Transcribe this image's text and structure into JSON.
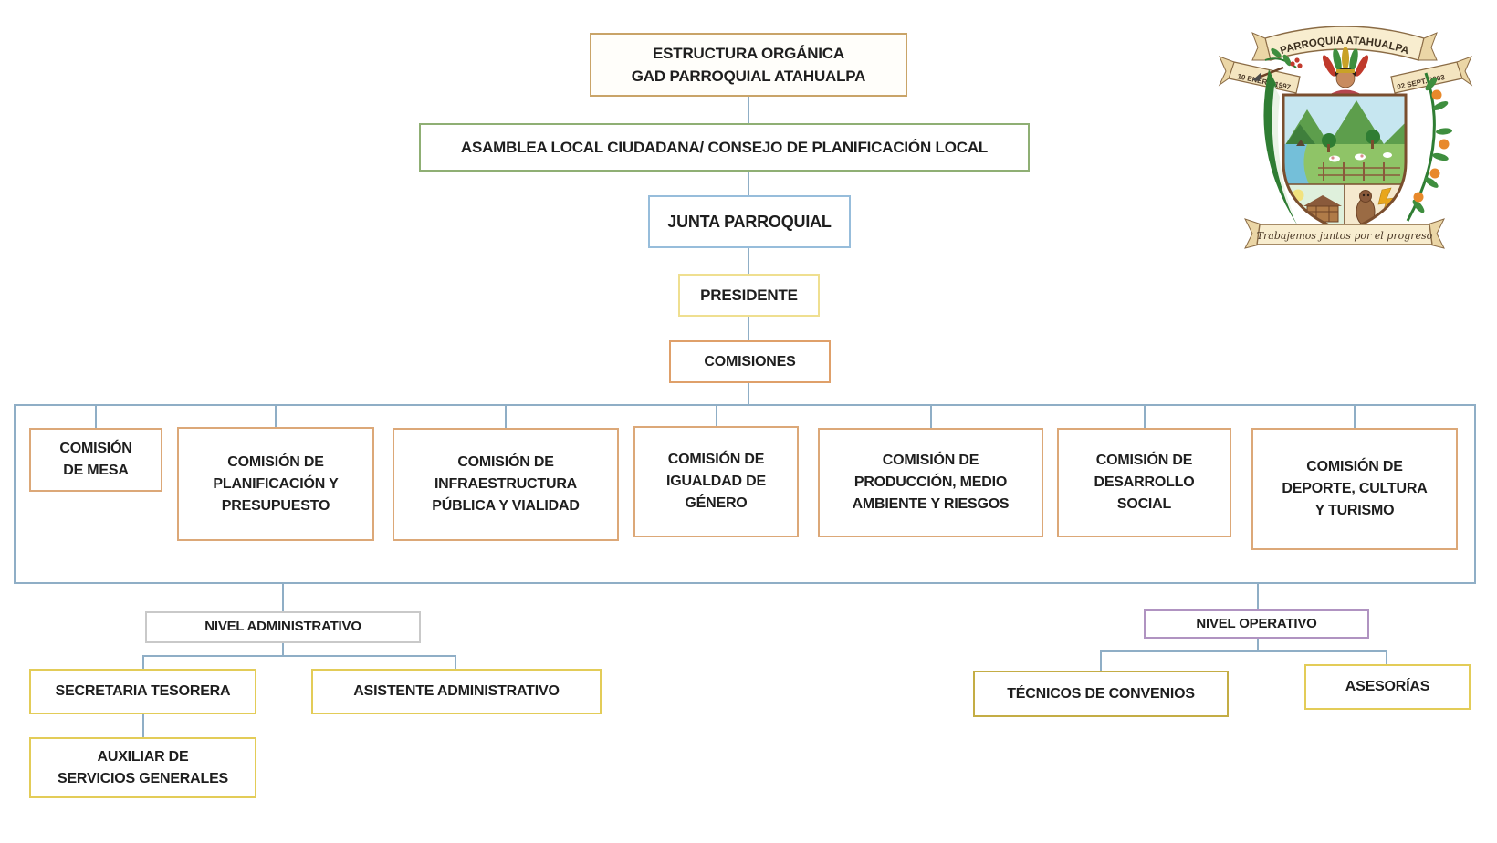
{
  "nodes": {
    "estructura": "ESTRUCTURA ORGÁNICA\nGAD PARROQUIAL ATAHUALPA",
    "asamblea": "ASAMBLEA LOCAL CIUDADANA/ CONSEJO DE PLANIFICACIÓN LOCAL",
    "junta": "JUNTA PARROQUIAL",
    "presidente": "PRESIDENTE",
    "comisiones": "COMISIONES",
    "comision_mesa": "COMISIÓN\nDE MESA",
    "comision_planificacion": "COMISIÓN DE\nPLANIFICACIÓN Y\nPRESUPUESTO",
    "comision_infraestructura": "COMISIÓN DE\nINFRAESTRUCTURA\nPÚBLICA Y VIALIDAD",
    "comision_igualdad": "COMISIÓN DE\nIGUALDAD DE\nGÉNERO",
    "comision_produccion": "COMISIÓN DE\nPRODUCCIÓN, MEDIO\nAMBIENTE Y RIESGOS",
    "comision_desarrollo": "COMISIÓN DE\nDESARROLLO\nSOCIAL",
    "comision_deporte": "COMISIÓN DE\nDEPORTE, CULTURA\nY TURISMO",
    "nivel_administrativo": "NIVEL ADMINISTRATIVO",
    "secretaria_tesorera": "SECRETARIA TESORERA",
    "asistente_administrativo": "ASISTENTE ADMINISTRATIVO",
    "auxiliar_servicios": "AUXILIAR DE\nSERVICIOS GENERALES",
    "nivel_operativo": "NIVEL OPERATIVO",
    "tecnicos_convenios": "TÉCNICOS DE CONVENIOS",
    "asesorias": "ASESORÍAS"
  },
  "emblem": {
    "top_banner": "PARROQUIA ATAHUALPA",
    "left_banner": "10 ENERO 1997",
    "right_banner": "02 SEPT. 2003",
    "motto": "Trabajemos juntos por el progreso"
  },
  "colors": {
    "connector": "#8FAEC6",
    "estructura_border": "#C9A468",
    "asamblea_border": "#8FAF74",
    "junta_border": "#97BDDB",
    "presidente_border": "#EFDF90",
    "comisiones_border": "#DFA06A",
    "comision_border": "#DCA878",
    "container_border": "#8FAEC6",
    "nivel_admin_border": "#C9C9C9",
    "nivel_operativo_border": "#B093C1",
    "yellow_border": "#E3CC58",
    "tecnicos_border": "#C4AD45"
  }
}
